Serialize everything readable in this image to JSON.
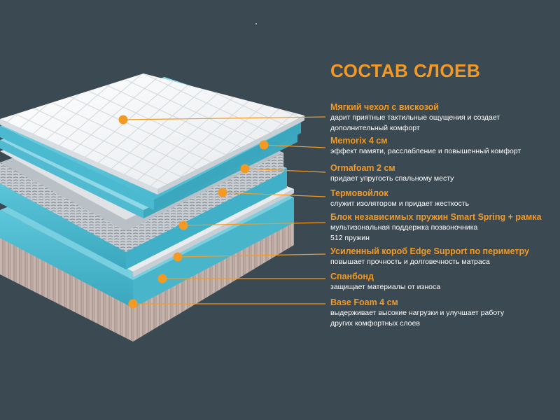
{
  "title": "СОСТАВ СЛОЕВ",
  "accent_color": "#f39a24",
  "background_color": "#3a4952",
  "layers": [
    {
      "name": "Мягкий чехол с вискозой",
      "desc": [
        "дарит приятные тактильные ощущения и создает",
        "дополнительный комфорт"
      ]
    },
    {
      "name": "Memorix 4 см",
      "desc": [
        "эффект памяти, расслабление и повышенный комфорт"
      ]
    },
    {
      "name": "Ormafoam 2 см",
      "desc": [
        "придает упругость спальному месту"
      ]
    },
    {
      "name": "Термовойлок",
      "desc": [
        "служит изолятором и придает жесткость"
      ]
    },
    {
      "name": "Блок независимых пружин Smart Spring + рамка",
      "desc": [
        "мультизональная поддержка позвоночника",
        "512 пружин"
      ]
    },
    {
      "name": "Усиленный короб Edge Support по периметру",
      "desc": [
        "повышает прочность и долговечность матраса"
      ]
    },
    {
      "name": "Спанбонд",
      "desc": [
        "защищает материалы от износа"
      ]
    },
    {
      "name": "Base Foam 4 см",
      "desc": [
        "выдерживает высокие нагрузки и улучшает работу",
        "других комфортных слоев"
      ]
    }
  ]
}
